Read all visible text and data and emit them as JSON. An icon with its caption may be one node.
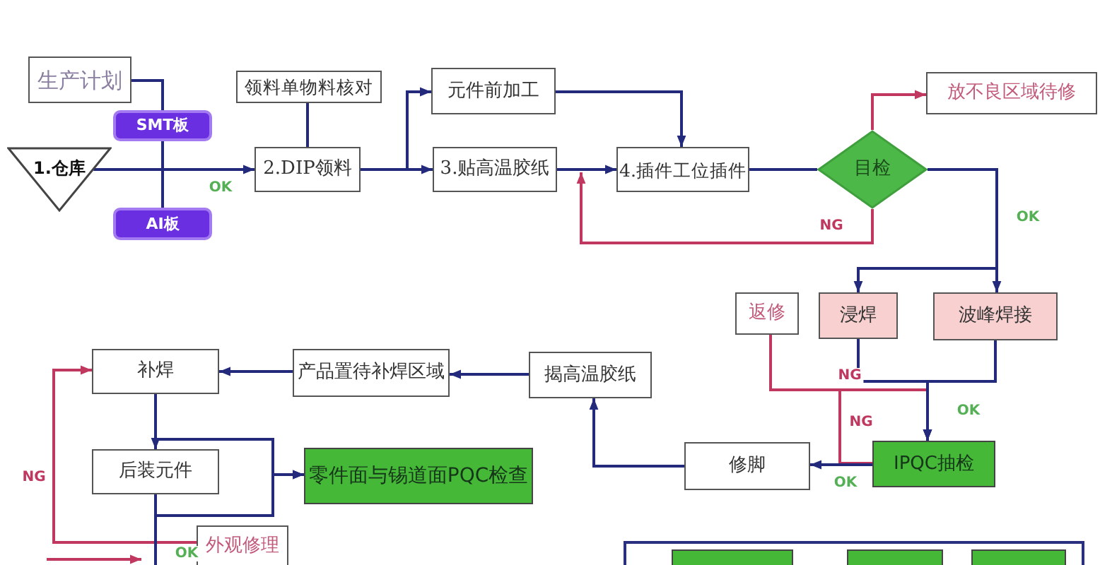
{
  "diagram": {
    "nodes": [
      {
        "text": [
          "生产计划"
        ]
      },
      {
        "text": [
          "SMT板"
        ]
      },
      {
        "text": [
          "1.仓库"
        ]
      },
      {
        "text": [
          "AI板"
        ]
      },
      {
        "text": [
          "领料单物料核对"
        ]
      },
      {
        "text": [
          "2.DIP领料"
        ]
      },
      {
        "text": [
          "元件前加工"
        ]
      },
      {
        "text": [
          "3.贴高温胶纸"
        ]
      },
      {
        "text": [
          "4.插件工位插件"
        ]
      },
      {
        "text": [
          "目检"
        ]
      },
      {
        "text": [
          "放不良区域待修"
        ]
      },
      {
        "text": [
          "返修"
        ]
      },
      {
        "text": [
          "浸焊"
        ]
      },
      {
        "text": [
          "波峰焊接"
        ]
      },
      {
        "text": [
          "IPQC抽检"
        ]
      },
      {
        "text": [
          "修脚"
        ]
      },
      {
        "text": [
          "揭高温胶纸"
        ]
      },
      {
        "text": [
          "产品置待补焊区域"
        ]
      },
      {
        "text": [
          "补焊"
        ]
      },
      {
        "text": [
          "后装元件"
        ]
      },
      {
        "text": [
          "零件面与锡道面PQC检查"
        ]
      },
      {
        "text": [
          "外观修理"
        ]
      },
      {
        "text": [],
        "shape": "box"
      },
      {
        "text": [],
        "shape": "box",
        "in": 22
      },
      {
        "text": [],
        "shape": "box",
        "in": 22
      },
      {
        "text": [],
        "shape": "box",
        "in": 22
      }
    ],
    "edges": [
      {
        "from": 0,
        "to": 1,
        "arrow": "none"
      },
      {
        "from": 1,
        "to": 3,
        "arrow": "none"
      },
      {
        "from": 2,
        "to": 5,
        "arrow": "to",
        "label": "OK"
      },
      {
        "from": 4,
        "to": 5,
        "arrow": "none"
      },
      {
        "from": 5,
        "to": 6,
        "arrow": "to"
      },
      {
        "from": 5,
        "to": 7,
        "arrow": "to"
      },
      {
        "from": 6,
        "to": 8,
        "arrow": "to"
      },
      {
        "from": 7,
        "to": 8,
        "arrow": "to"
      },
      {
        "from": 8,
        "to": 9,
        "arrow": "none"
      },
      {
        "from": 9,
        "to": 10,
        "arrow": "to",
        "color": "#c0385f"
      },
      {
        "from": 9,
        "to": 8,
        "arrow": "to",
        "label": "NG",
        "color": "#c0385f"
      },
      {
        "from": 9,
        "to": 12,
        "arrow": "to"
      },
      {
        "from": 9,
        "to": 13,
        "arrow": "to",
        "label": "OK"
      },
      {
        "from": 11,
        "to": 14,
        "arrow": "to",
        "label": "NG",
        "color": "#c0385f"
      },
      {
        "from": 14,
        "to": 11,
        "arrow": "none",
        "label": "NG",
        "color": "#c0385f"
      },
      {
        "from": 12,
        "to": 14,
        "arrow": "to"
      },
      {
        "from": 13,
        "to": 14,
        "arrow": "to",
        "label": "OK"
      },
      {
        "from": 14,
        "to": 15,
        "arrow": "to",
        "label": "OK"
      },
      {
        "from": 15,
        "to": 16,
        "arrow": "to"
      },
      {
        "from": 16,
        "to": 17,
        "arrow": "to"
      },
      {
        "from": 17,
        "to": 18,
        "arrow": "to"
      },
      {
        "from": 18,
        "to": 19,
        "arrow": "to"
      },
      {
        "from": 18,
        "to": 20,
        "arrow": "to"
      },
      {
        "from": 19,
        "to": 20,
        "arrow": "to"
      },
      {
        "from": 21,
        "to": 18,
        "arrow": "to",
        "label": "NG",
        "color": "#c0385f"
      },
      {
        "from": 19,
        "to": null,
        "arrow": "none"
      }
    ],
    "labels": [
      "OK"
    ]
  }
}
